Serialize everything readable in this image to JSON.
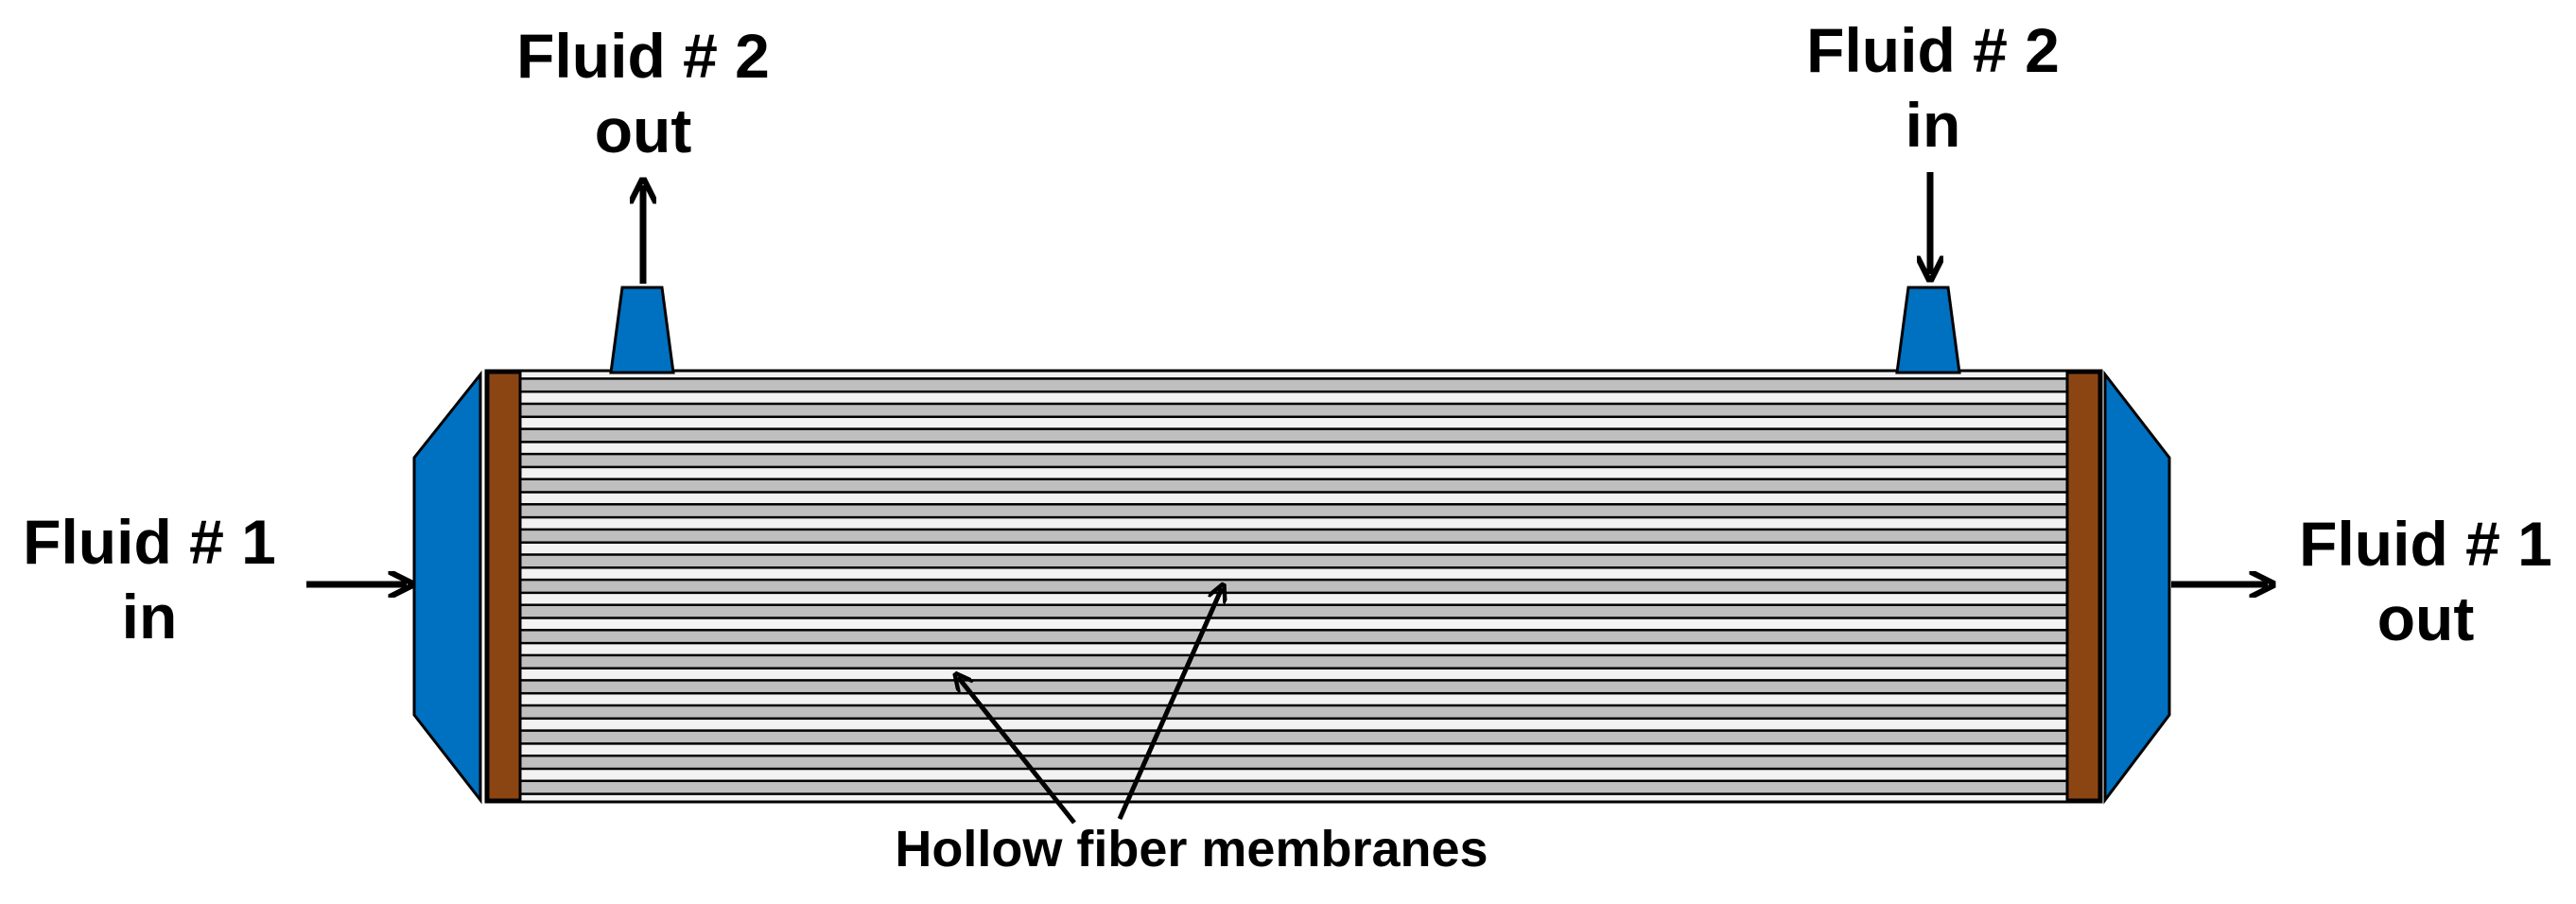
{
  "labels": {
    "fluid2_out": {
      "line1": "Fluid # 2",
      "line2": "out"
    },
    "fluid2_in": {
      "line1": "Fluid # 2",
      "line2": "in"
    },
    "fluid1_in": {
      "line1": "Fluid # 1",
      "line2": "in"
    },
    "fluid1_out": {
      "line1": "Fluid # 1",
      "line2": "out"
    },
    "membranes": "Hollow fiber membranes"
  },
  "fiber_count": 17,
  "colors": {
    "port_blue": "#0070C0",
    "tube_sheet_brown": "#8B4513",
    "fiber_gray": "#BFBFBF",
    "channel_light": "#F2F2F2",
    "outline": "#000000"
  }
}
